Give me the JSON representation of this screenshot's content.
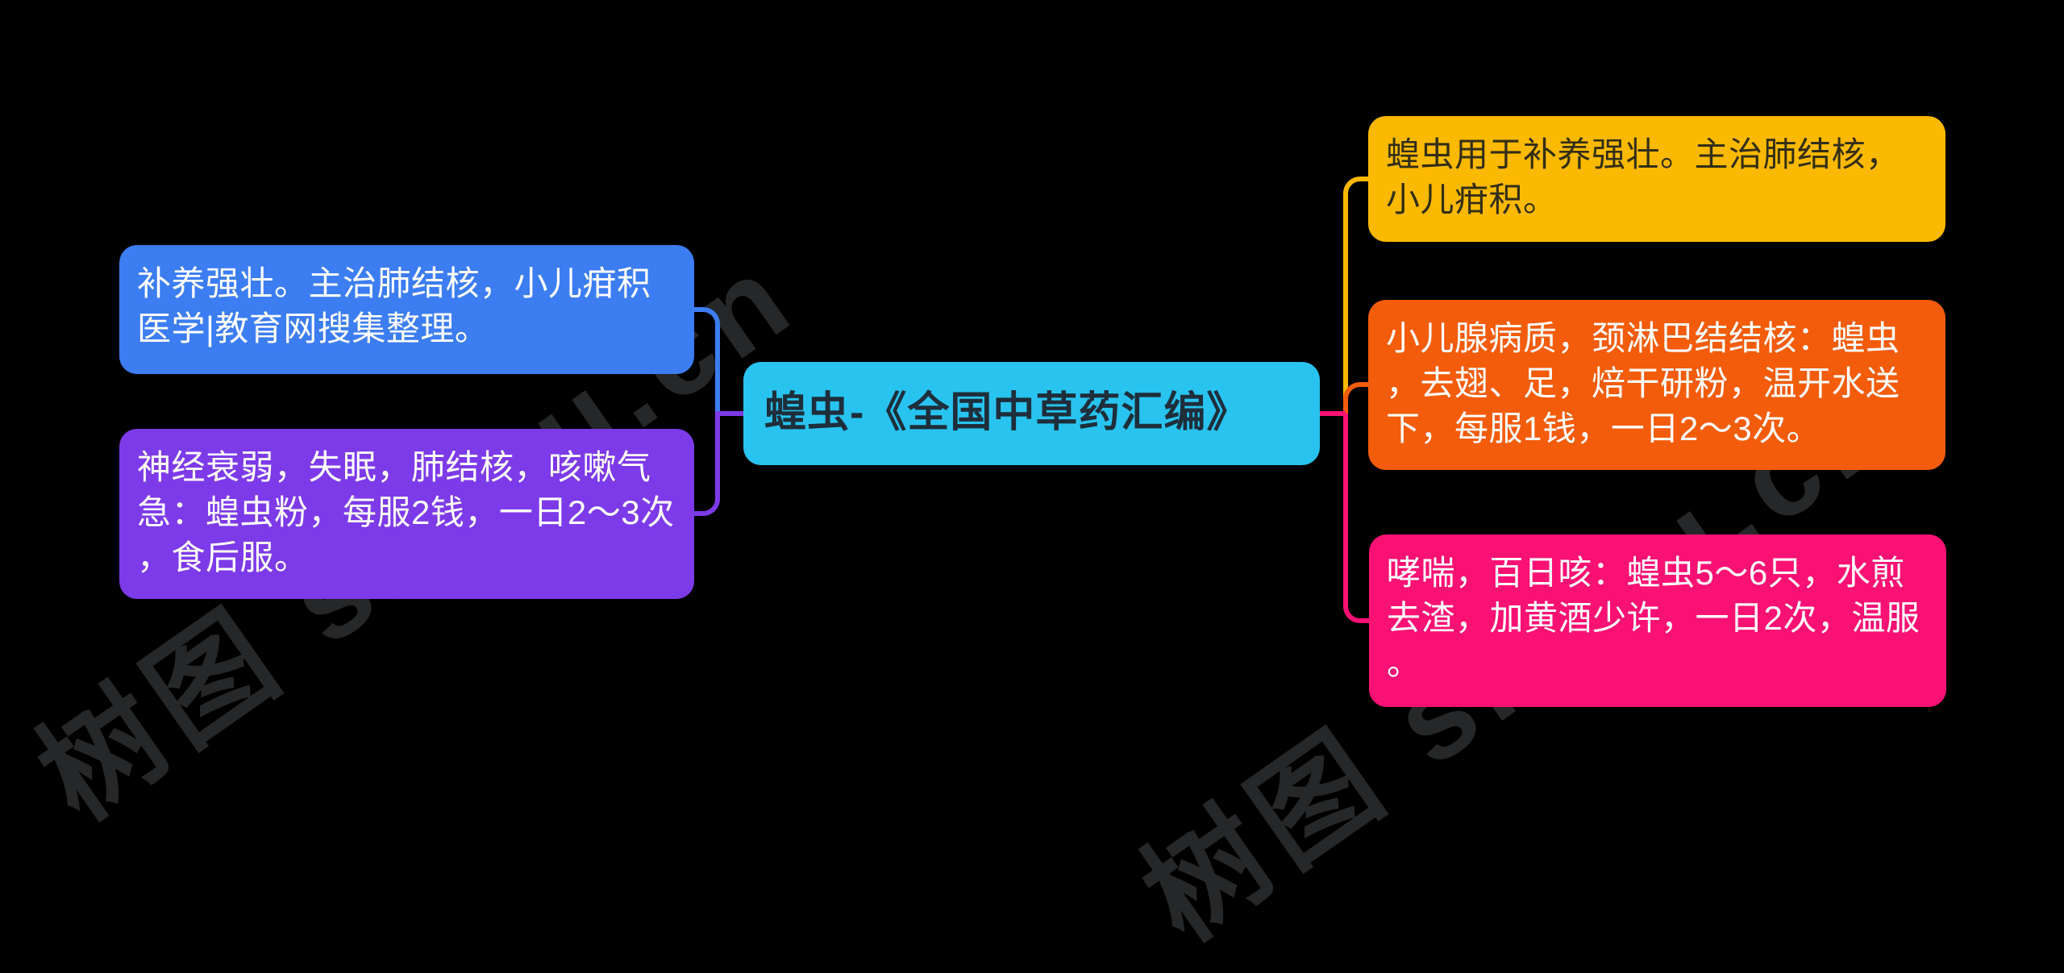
{
  "diagram": {
    "background": "#000000",
    "center": {
      "text": "蝗虫-《全国中草药汇编》",
      "bg": "#29c3ef",
      "text_color": "#1e2e3a"
    },
    "left": [
      {
        "text": "补养强壮。主治肺结核，小儿疳积医学|教育网搜集整理。",
        "bg": "#3c7df1",
        "text_color": "#ffffff"
      },
      {
        "text": "神经衰弱，失眠，肺结核，咳嗽气急：蝗虫粉，每服2钱，一日2～3次，食后服。",
        "bg": "#7d3ae8",
        "text_color": "#ffffff"
      }
    ],
    "right": [
      {
        "text": "蝗虫用于补养强壮。主治肺结核，小儿疳积。",
        "bg": "#fcb902",
        "text_color": "#332e17"
      },
      {
        "text": "小儿腺病质，颈淋巴结结核：蝗虫，去翅、足，焙干研粉，温开水送下，每服1钱，一日2～3次。",
        "bg": "#f25c0b",
        "text_color": "#ffffff"
      },
      {
        "text": "哮喘，百日咳：蝗虫5～6只，水煎去渣，加黄酒少许，一日2次，温服。",
        "bg": "#f91174",
        "text_color": "#ffffff"
      }
    ],
    "connector_colors": {
      "blue": "#3c7df1",
      "purple": "#7d3ae8",
      "yellow": "#fcb902",
      "orange": "#f25c0b",
      "pink": "#f91174"
    },
    "watermark": {
      "text": "树图 shutu.cn"
    }
  }
}
